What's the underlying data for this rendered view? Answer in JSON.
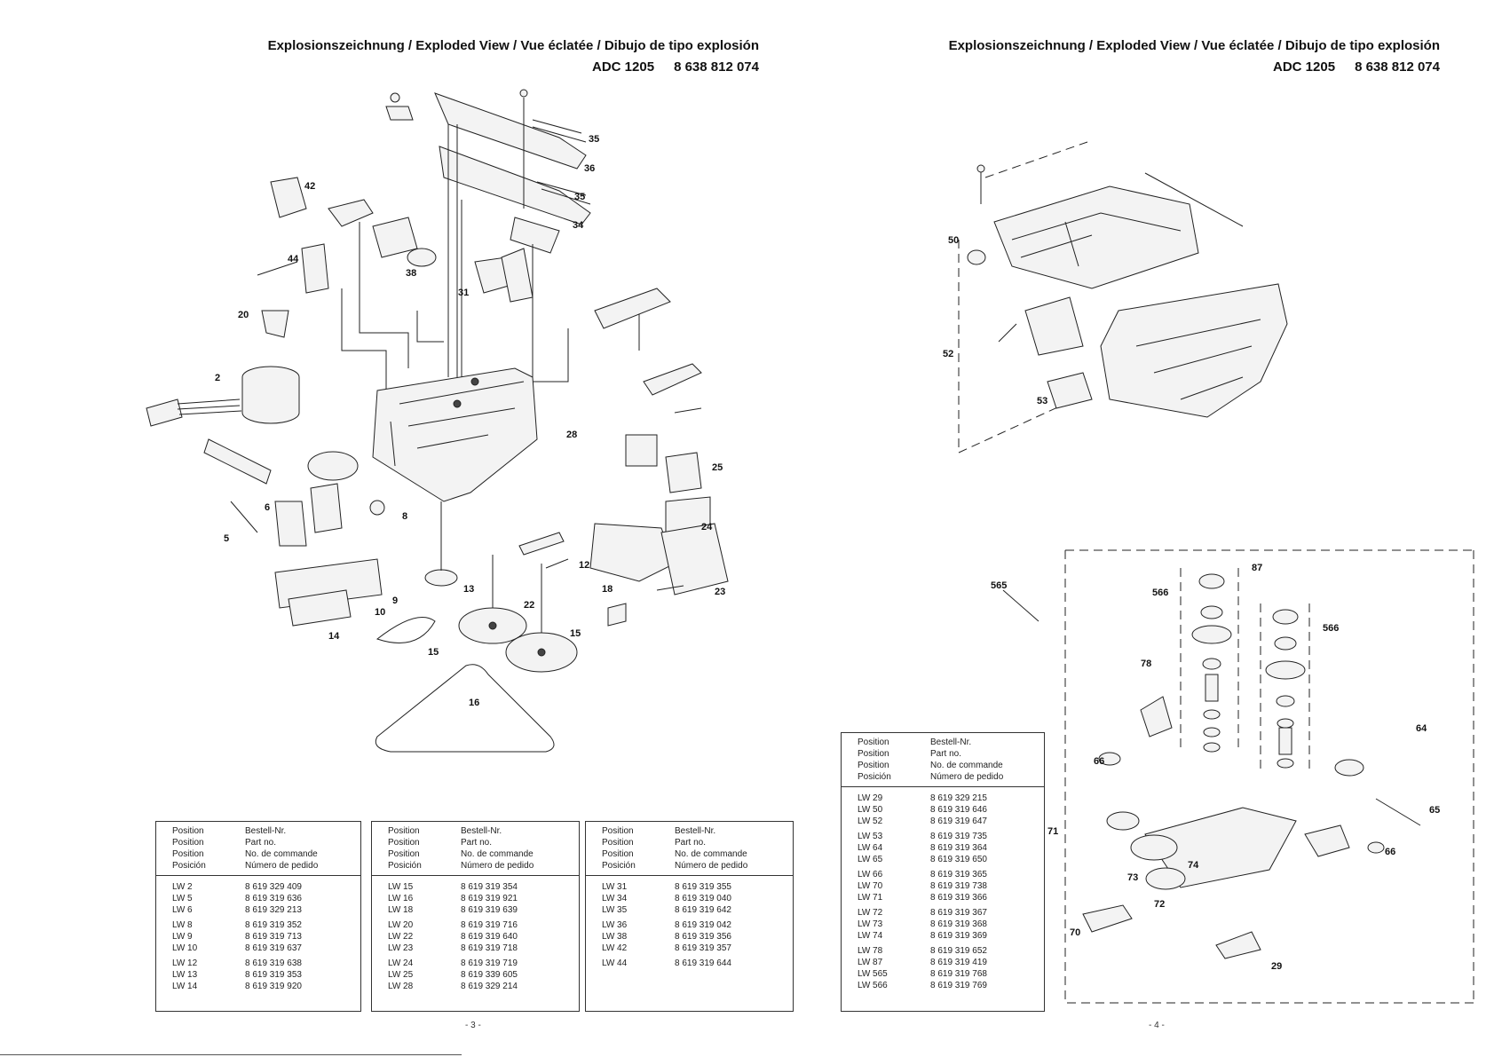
{
  "left_page": {
    "title": "Explosionszeichnung / Exploded View / Vue éclatée / Dibujo de tipo explosión",
    "model": "ADC 1205",
    "part_number": "8 638 812 074",
    "callouts": [
      "35",
      "36",
      "35",
      "34",
      "42",
      "44",
      "38",
      "31",
      "20",
      "2",
      "28",
      "25",
      "24",
      "23",
      "6",
      "8",
      "5",
      "13",
      "9",
      "10",
      "12",
      "18",
      "22",
      "15",
      "15",
      "14",
      "16"
    ],
    "page_number": "- 3 -"
  },
  "right_page": {
    "title": "Explosionszeichnung / Exploded View / Vue éclatée / Dibujo de tipo explosión",
    "model": "ADC 1205",
    "part_number": "8 638 812 074",
    "callouts_top": [
      "50",
      "52",
      "53"
    ],
    "callouts_bottom": [
      "565",
      "566",
      "87",
      "566",
      "78",
      "64",
      "66",
      "65",
      "71",
      "74",
      "66",
      "73",
      "72",
      "70",
      "29"
    ],
    "page_number": "- 4 -"
  },
  "table_header": {
    "position": [
      "Position",
      "Position",
      "Position",
      "Posición"
    ],
    "number": [
      "Bestell-Nr.",
      "Part no.",
      "No. de commande",
      "Número de pedido"
    ]
  },
  "table_header_4": {
    "position": [
      "Position",
      "Position",
      "Position",
      "Posición"
    ],
    "number": [
      "Bestell-Nr.",
      "Part no.",
      "No. de commande",
      "Número de pedido"
    ]
  },
  "tables": [
    {
      "groups": [
        [
          [
            "LW 2",
            "8 619 329 409"
          ],
          [
            "LW 5",
            "8 619 319 636"
          ],
          [
            "LW 6",
            "8 619 329 213"
          ]
        ],
        [
          [
            "LW 8",
            "8 619 319 352"
          ],
          [
            "LW 9",
            "8 619 319 713"
          ],
          [
            "LW 10",
            "8 619 319 637"
          ]
        ],
        [
          [
            "LW 12",
            "8 619 319 638"
          ],
          [
            "LW 13",
            "8 619 319 353"
          ],
          [
            "LW 14",
            "8 619 319 920"
          ]
        ]
      ]
    },
    {
      "groups": [
        [
          [
            "LW 15",
            "8 619 319 354"
          ],
          [
            "LW 16",
            "8 619 319 921"
          ],
          [
            "LW 18",
            "8 619 319 639"
          ]
        ],
        [
          [
            "LW 20",
            "8 619 319 716"
          ],
          [
            "LW 22",
            "8 619 319 640"
          ],
          [
            "LW 23",
            "8 619 319 718"
          ]
        ],
        [
          [
            "LW 24",
            "8 619 319 719"
          ],
          [
            "LW 25",
            "8 619 339 605"
          ],
          [
            "LW 28",
            "8 619 329 214"
          ]
        ]
      ]
    },
    {
      "groups": [
        [
          [
            "LW 31",
            "8 619 319 355"
          ],
          [
            "LW 34",
            "8 619 319 040"
          ],
          [
            "LW 35",
            "8 619 319 642"
          ]
        ],
        [
          [
            "LW 36",
            "8 619 319 042"
          ],
          [
            "LW 38",
            "8 619 319 356"
          ],
          [
            "LW 42",
            "8 619 319 357"
          ]
        ],
        [
          [
            "LW 44",
            "8 619 319 644"
          ]
        ]
      ]
    },
    {
      "groups": [
        [
          [
            "LW 29",
            "8 619 329 215"
          ],
          [
            "LW 50",
            "8 619 319 646"
          ],
          [
            "LW 52",
            "8 619 319 647"
          ]
        ],
        [
          [
            "LW 53",
            "8 619 319 735"
          ],
          [
            "LW 64",
            "8 619 319 364"
          ],
          [
            "LW 65",
            "8 619 319 650"
          ]
        ],
        [
          [
            "LW 66",
            "8 619 319 365"
          ],
          [
            "LW 70",
            "8 619 319 738"
          ],
          [
            "LW 71",
            "8 619 319 366"
          ]
        ],
        [
          [
            "LW 72",
            "8 619 319 367"
          ],
          [
            "LW 73",
            "8 619 319 368"
          ],
          [
            "LW 74",
            "8 619 319 369"
          ]
        ],
        [
          [
            "LW 78",
            "8 619 319 652"
          ],
          [
            "LW 87",
            "8 619 319 419"
          ],
          [
            "LW 565",
            "8 619 319 768"
          ],
          [
            "LW 566",
            "8 619 319 769"
          ]
        ]
      ]
    }
  ]
}
